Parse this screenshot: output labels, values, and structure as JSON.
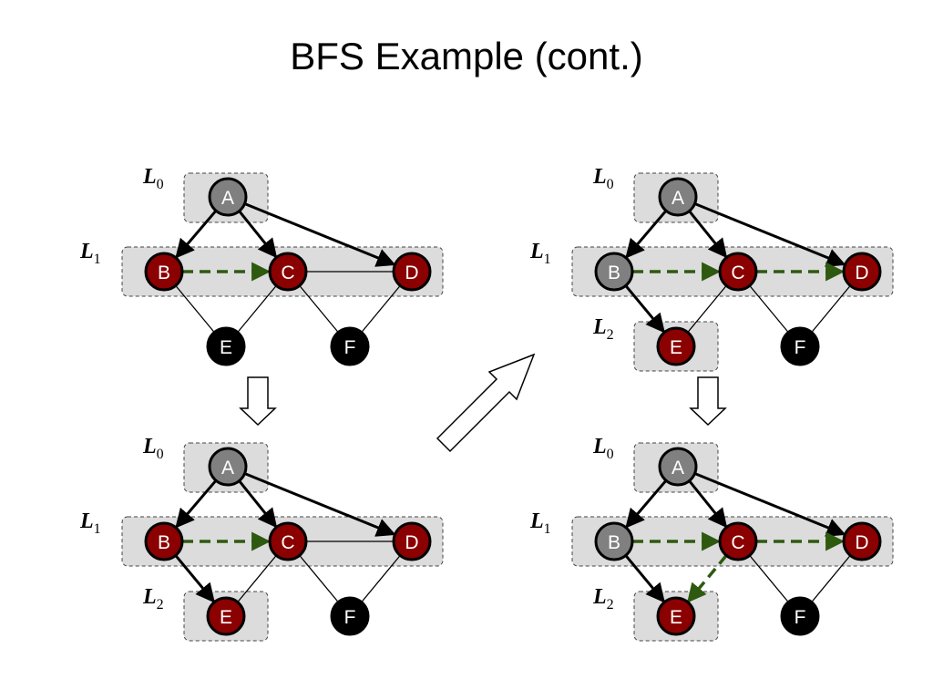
{
  "title": "BFS Example (cont.)",
  "level_letter": "L",
  "colors": {
    "visited": "#808080",
    "frontier": "#8b0000",
    "unvisited": "#000000",
    "node_text": "#ffffff",
    "edge": "#000000",
    "cross_edge": "#2e5a10",
    "level_box_fill": "#dcdcdc",
    "level_box_stroke": "#444444"
  },
  "panels": [
    {
      "id": "top-left",
      "levels": [
        {
          "label": "0"
        },
        {
          "label": "1"
        }
      ],
      "nodes": [
        {
          "id": "A",
          "label": "A",
          "state": "visited"
        },
        {
          "id": "B",
          "label": "B",
          "state": "frontier"
        },
        {
          "id": "C",
          "label": "C",
          "state": "frontier"
        },
        {
          "id": "D",
          "label": "D",
          "state": "frontier"
        },
        {
          "id": "E",
          "label": "E",
          "state": "unvisited"
        },
        {
          "id": "F",
          "label": "F",
          "state": "unvisited"
        }
      ],
      "edges": [
        {
          "from": "A",
          "to": "B",
          "kind": "tree"
        },
        {
          "from": "A",
          "to": "C",
          "kind": "tree"
        },
        {
          "from": "A",
          "to": "D",
          "kind": "tree"
        },
        {
          "from": "B",
          "to": "C",
          "kind": "cross"
        },
        {
          "from": "C",
          "to": "D",
          "kind": "plain"
        },
        {
          "from": "B",
          "to": "E",
          "kind": "plain"
        },
        {
          "from": "C",
          "to": "E",
          "kind": "plain"
        },
        {
          "from": "C",
          "to": "F",
          "kind": "plain"
        },
        {
          "from": "D",
          "to": "F",
          "kind": "plain"
        }
      ]
    },
    {
      "id": "bottom-left",
      "levels": [
        {
          "label": "0"
        },
        {
          "label": "1"
        },
        {
          "label": "2"
        }
      ],
      "nodes": [
        {
          "id": "A",
          "label": "A",
          "state": "visited"
        },
        {
          "id": "B",
          "label": "B",
          "state": "frontier"
        },
        {
          "id": "C",
          "label": "C",
          "state": "frontier"
        },
        {
          "id": "D",
          "label": "D",
          "state": "frontier"
        },
        {
          "id": "E",
          "label": "E",
          "state": "frontier"
        },
        {
          "id": "F",
          "label": "F",
          "state": "unvisited"
        }
      ],
      "edges": [
        {
          "from": "A",
          "to": "B",
          "kind": "tree"
        },
        {
          "from": "A",
          "to": "C",
          "kind": "tree"
        },
        {
          "from": "A",
          "to": "D",
          "kind": "tree"
        },
        {
          "from": "B",
          "to": "C",
          "kind": "cross"
        },
        {
          "from": "C",
          "to": "D",
          "kind": "plain"
        },
        {
          "from": "B",
          "to": "E",
          "kind": "tree"
        },
        {
          "from": "C",
          "to": "E",
          "kind": "plain"
        },
        {
          "from": "C",
          "to": "F",
          "kind": "plain"
        },
        {
          "from": "D",
          "to": "F",
          "kind": "plain"
        }
      ]
    },
    {
      "id": "top-right",
      "levels": [
        {
          "label": "0"
        },
        {
          "label": "1"
        },
        {
          "label": "2"
        }
      ],
      "nodes": [
        {
          "id": "A",
          "label": "A",
          "state": "visited"
        },
        {
          "id": "B",
          "label": "B",
          "state": "visited"
        },
        {
          "id": "C",
          "label": "C",
          "state": "frontier"
        },
        {
          "id": "D",
          "label": "D",
          "state": "frontier"
        },
        {
          "id": "E",
          "label": "E",
          "state": "frontier"
        },
        {
          "id": "F",
          "label": "F",
          "state": "unvisited"
        }
      ],
      "edges": [
        {
          "from": "A",
          "to": "B",
          "kind": "tree"
        },
        {
          "from": "A",
          "to": "C",
          "kind": "tree"
        },
        {
          "from": "A",
          "to": "D",
          "kind": "tree"
        },
        {
          "from": "B",
          "to": "C",
          "kind": "cross"
        },
        {
          "from": "C",
          "to": "D",
          "kind": "cross"
        },
        {
          "from": "B",
          "to": "E",
          "kind": "tree"
        },
        {
          "from": "C",
          "to": "E",
          "kind": "plain"
        },
        {
          "from": "C",
          "to": "F",
          "kind": "plain"
        },
        {
          "from": "D",
          "to": "F",
          "kind": "plain"
        }
      ]
    },
    {
      "id": "bottom-right",
      "levels": [
        {
          "label": "0"
        },
        {
          "label": "1"
        },
        {
          "label": "2"
        }
      ],
      "nodes": [
        {
          "id": "A",
          "label": "A",
          "state": "visited"
        },
        {
          "id": "B",
          "label": "B",
          "state": "visited"
        },
        {
          "id": "C",
          "label": "C",
          "state": "frontier"
        },
        {
          "id": "D",
          "label": "D",
          "state": "frontier"
        },
        {
          "id": "E",
          "label": "E",
          "state": "frontier"
        },
        {
          "id": "F",
          "label": "F",
          "state": "unvisited"
        }
      ],
      "edges": [
        {
          "from": "A",
          "to": "B",
          "kind": "tree"
        },
        {
          "from": "A",
          "to": "C",
          "kind": "tree"
        },
        {
          "from": "A",
          "to": "D",
          "kind": "tree"
        },
        {
          "from": "B",
          "to": "C",
          "kind": "cross"
        },
        {
          "from": "C",
          "to": "D",
          "kind": "cross"
        },
        {
          "from": "B",
          "to": "E",
          "kind": "tree"
        },
        {
          "from": "C",
          "to": "E",
          "kind": "cross"
        },
        {
          "from": "C",
          "to": "F",
          "kind": "plain"
        },
        {
          "from": "D",
          "to": "F",
          "kind": "plain"
        }
      ]
    }
  ],
  "arrows": [
    {
      "name": "down-arrow-left",
      "direction": "down"
    },
    {
      "name": "diagonal-arrow",
      "direction": "up-right"
    },
    {
      "name": "down-arrow-right",
      "direction": "down"
    }
  ]
}
